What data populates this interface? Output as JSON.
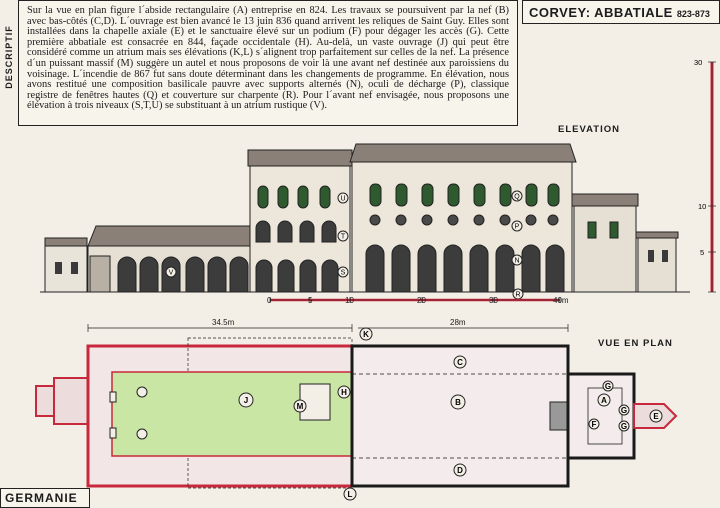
{
  "sidebar_label": "DESCRIPTIF",
  "description": "Sur la vue en plan figure l´abside rectangulaire (A) entreprise en 824. Les travaux se poursuivent par la nef (B) avec bas-côtés (C,D). L´ouvrage est bien avancé le 13 juin 836 quand arrivent les reliques de Saint Guy. Elles sont installées dans la chapelle axiale (E) et le sanctuaire élevé sur un podium (F) pour dégager les accès (G). Cette première abbatiale est consacrée en 844, façade occidentale (H). Au-delà, un vaste ouvrage (J) qui peut être considéré comme un atrium mais ses élévations (K,L) s´alignent trop parfaitement sur celles de la nef. La présence d´un puissant massif (M) suggère un autel et nous proposons de voir là une avant nef destinée aux paroissiens du voisinage. L´incendie de 867 fut sans doute déterminant dans les changements de programme. En élévation, nous avons restitué une composition basilicale pauvre avec supports alternés (N), oculi de décharge (P), classique registre de fenêtres hautes (Q) et couverture sur charpente (R). Pour l´avant nef envisagée, nous proposons une élévation à trois niveaux (S,T,U) se substituant à un atrium rustique (V).",
  "title": "CORVEY: ABBATIALE",
  "dates": "823-873",
  "elevation_label": "ELEVATION",
  "plan_label": "VUE EN PLAN",
  "country": "GERMANIE",
  "scale": {
    "ticks": [
      "0",
      "5",
      "10",
      "20",
      "30",
      "40m"
    ]
  },
  "vertical_scale": {
    "ticks": [
      "30",
      "10",
      "5"
    ]
  },
  "dimensions": {
    "west": "34.5m",
    "east": "28m"
  },
  "elevation_markers": [
    "R",
    "U",
    "T",
    "S",
    "V",
    "Q",
    "P",
    "N"
  ],
  "plan_markers": [
    "K",
    "L",
    "C",
    "D",
    "J",
    "M",
    "H",
    "B",
    "A",
    "G",
    "G",
    "G",
    "F",
    "E"
  ],
  "colors": {
    "red_walls": "#c8283c",
    "black_walls": "#1a1a1a",
    "green_fill": "#c9e6a4",
    "pink_fill": "#ecdcdc",
    "roof": "#8a8078"
  }
}
